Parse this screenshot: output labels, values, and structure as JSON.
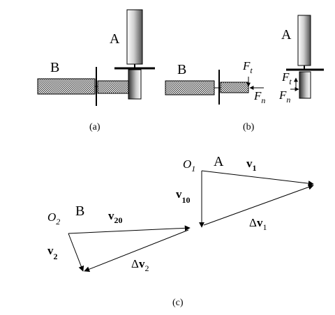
{
  "figure": {
    "a": {
      "label_A": "A",
      "label_B": "B",
      "caption": "(a)"
    },
    "b": {
      "label_B": "B",
      "label_A": "A",
      "Ft": {
        "main": "F",
        "sub": "t"
      },
      "Fn": {
        "main": "F",
        "sub": "n"
      },
      "Ft_side": {
        "main": "F",
        "sub": "t"
      },
      "Fn_side": {
        "main": "F",
        "sub": "n"
      },
      "caption": "(b)"
    },
    "c": {
      "O1": {
        "main": "O",
        "sub": "1"
      },
      "label_A": "A",
      "v1": {
        "main": "v",
        "sub": "1"
      },
      "v10": {
        "main": "v",
        "sub": "10"
      },
      "dv1": {
        "delta": "Δ",
        "main": "v",
        "sub": "1"
      },
      "O2": {
        "main": "O",
        "sub": "2"
      },
      "label_B": "B",
      "v20": {
        "main": "v",
        "sub": "20"
      },
      "v2": {
        "main": "v",
        "sub": "2"
      },
      "dv2": {
        "delta": "Δ",
        "main": "v",
        "sub": "2"
      },
      "caption": "(c)"
    }
  }
}
